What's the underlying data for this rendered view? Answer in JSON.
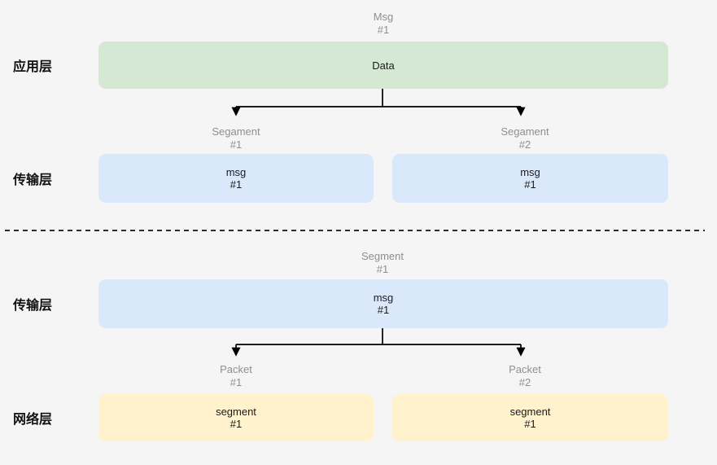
{
  "colors": {
    "background": "#f5f5f5",
    "application_box": "#d5e8d4",
    "transport_box": "#dae8fc",
    "network_box": "#fff2cc",
    "caption_gray": "#8f8f8f",
    "box_text": "#1a1a1a",
    "arrow": "#000000"
  },
  "top_flow": {
    "source_caption": {
      "line1": "Msg",
      "line2": "#1"
    },
    "application_layer_label": "应用层",
    "data_box_text": "Data",
    "branch_captions": [
      {
        "line1": "Segament",
        "line2": "#1"
      },
      {
        "line1": "Segament",
        "line2": "#2"
      }
    ],
    "transport_layer_label": "传输层",
    "segment_boxes": [
      {
        "line1": "msg",
        "line2": "#1"
      },
      {
        "line1": "msg",
        "line2": "#1"
      }
    ]
  },
  "bottom_flow": {
    "source_caption": {
      "line1": "Segment",
      "line2": "#1"
    },
    "transport_layer_label": "传输层",
    "transport_box_text": {
      "line1": "msg",
      "line2": "#1"
    },
    "branch_captions": [
      {
        "line1": "Packet",
        "line2": "#1"
      },
      {
        "line1": "Packet",
        "line2": "#2"
      }
    ],
    "network_layer_label": "网络层",
    "packet_boxes": [
      {
        "line1": "segment",
        "line2": "#1"
      },
      {
        "line1": "segment",
        "line2": "#1"
      }
    ]
  }
}
